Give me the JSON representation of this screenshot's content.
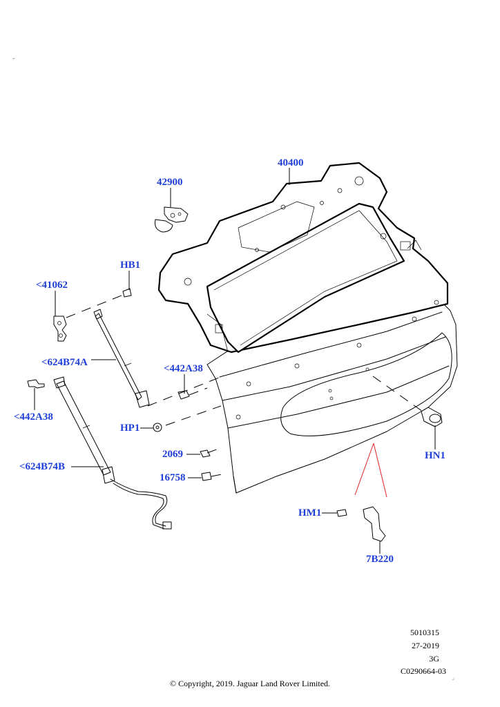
{
  "diagram": {
    "callouts": {
      "c40400": "40400",
      "c42900": "42900",
      "hb1": "HB1",
      "c41062": "<41062",
      "c624b74a": "<624B74A",
      "c442a38_right": "<442A38",
      "c442a38_left": "<442A38",
      "hp1": "HP1",
      "c2069": "2069",
      "c16758": "16758",
      "c624b74b": "<624B74B",
      "hn1": "HN1",
      "hm1": "HM1",
      "c7b220": "7B220"
    },
    "callout_color": "#1f3fd8",
    "leader_highlight_color": "#e02020"
  },
  "footer": {
    "ref_number": "5010315",
    "date_code": "27-2019",
    "revision": "3G",
    "illustration_id": "C0290664-03",
    "copyright": "© Copyright, 2019. Jaguar Land Rover Limited."
  }
}
